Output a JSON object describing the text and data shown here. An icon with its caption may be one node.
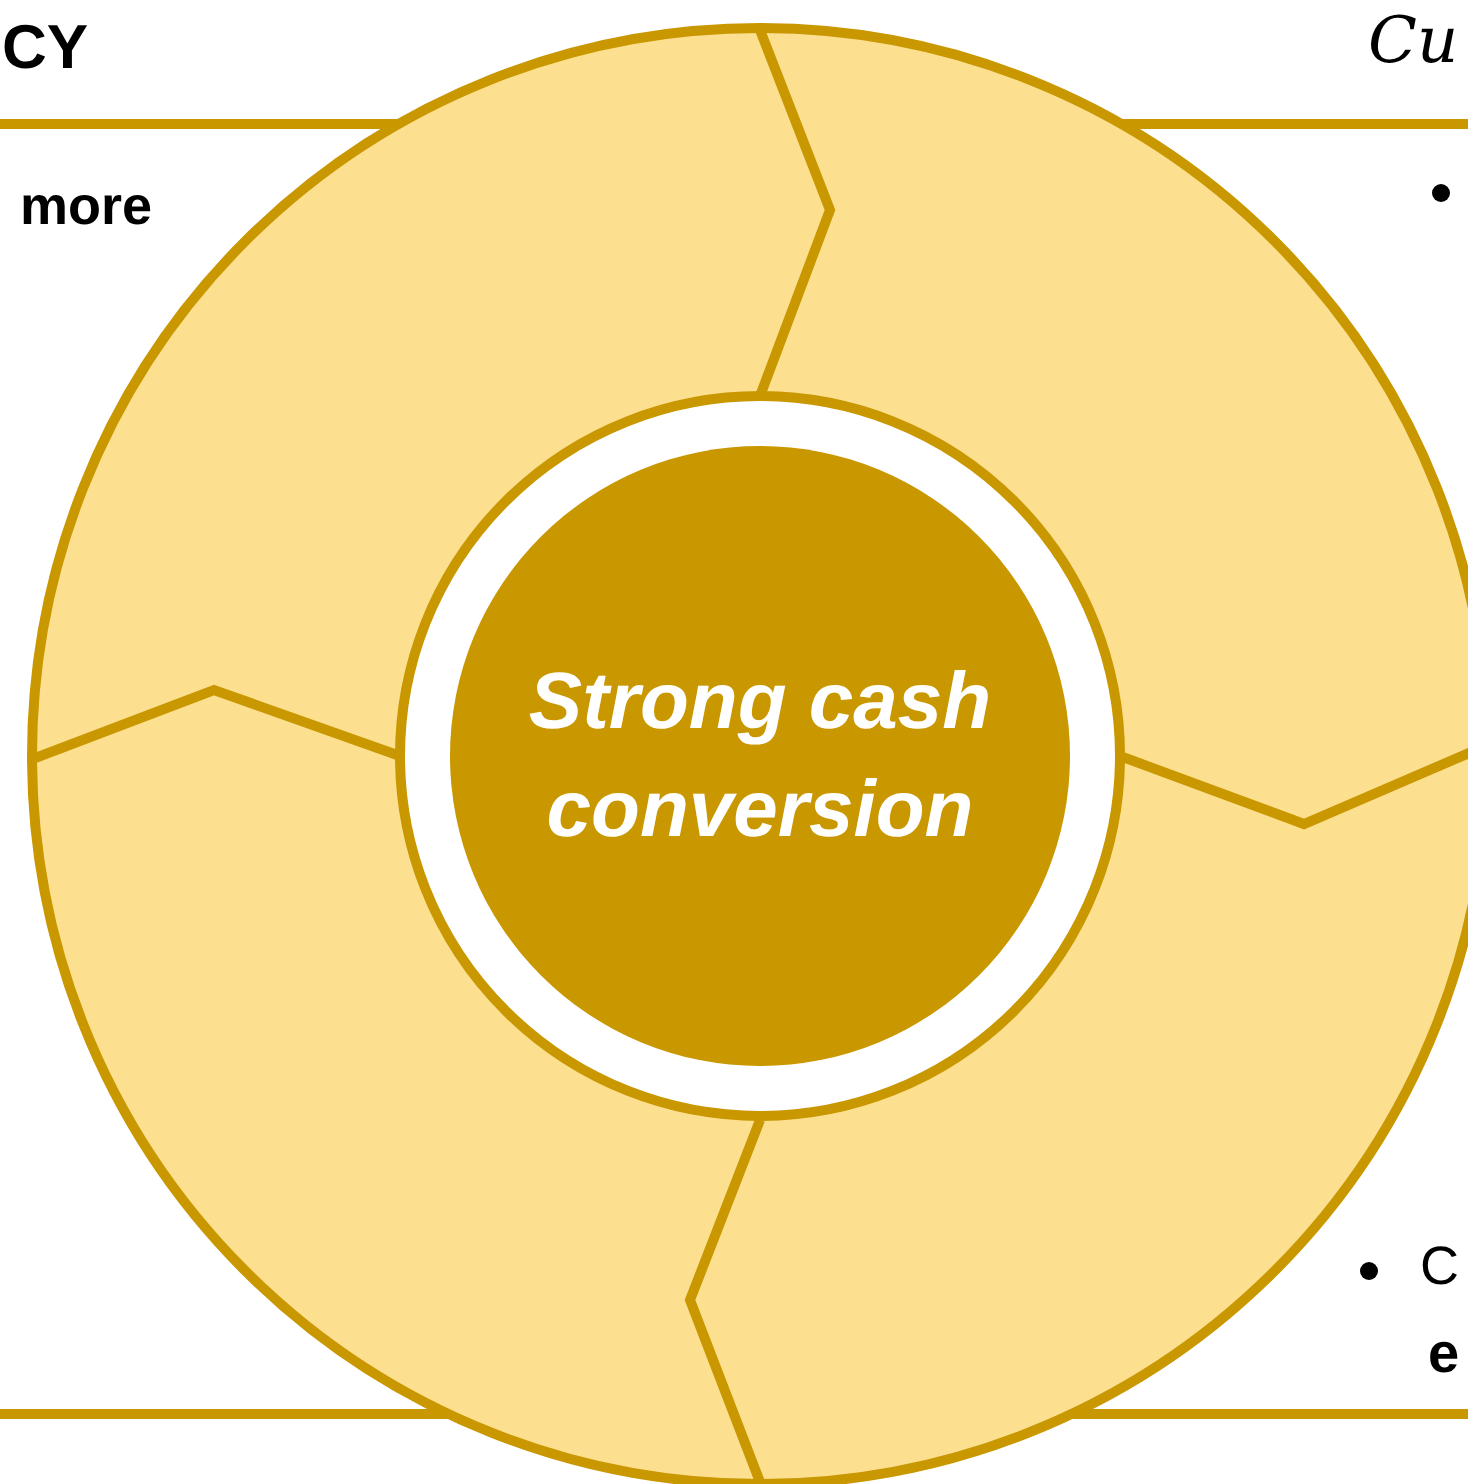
{
  "diagram": {
    "nodes": [
      {
        "text": [
          "Strong cash conversion"
        ]
      }
    ],
    "labels": [
      "CY",
      "more",
      "Cu",
      "C",
      "e"
    ]
  }
}
